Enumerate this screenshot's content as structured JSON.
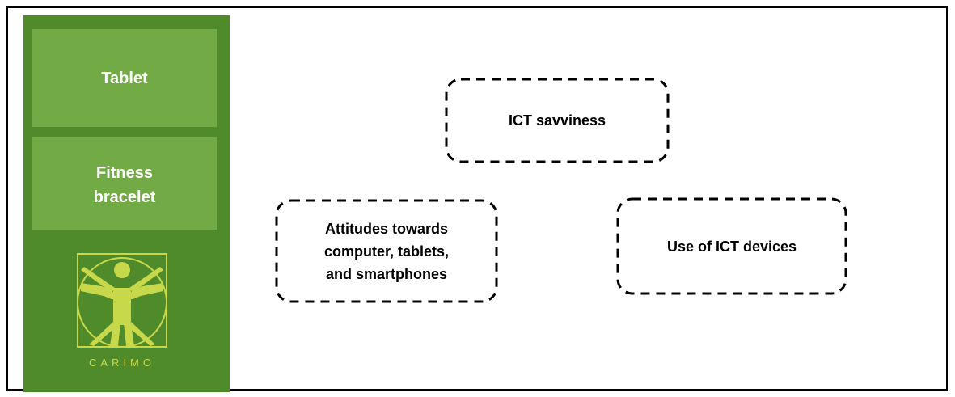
{
  "sidebar": {
    "items": [
      {
        "label": "Tablet"
      },
      {
        "label": "Fitness\nbracelet"
      }
    ],
    "logo": {
      "icon": "vitruvian-man-icon",
      "text": "CARIMO",
      "color": "#c7d94a"
    }
  },
  "nodes": [
    {
      "label": "ICT savviness"
    },
    {
      "label": "Attitudes towards\ncomputer, tablets,\nand smartphones"
    },
    {
      "label": "Use of ICT devices"
    }
  ],
  "colors": {
    "sidebar_bg": "#4f8a2b",
    "tile_bg": "#72ab46",
    "tile_text": "#ffffff",
    "node_border": "#000000"
  }
}
